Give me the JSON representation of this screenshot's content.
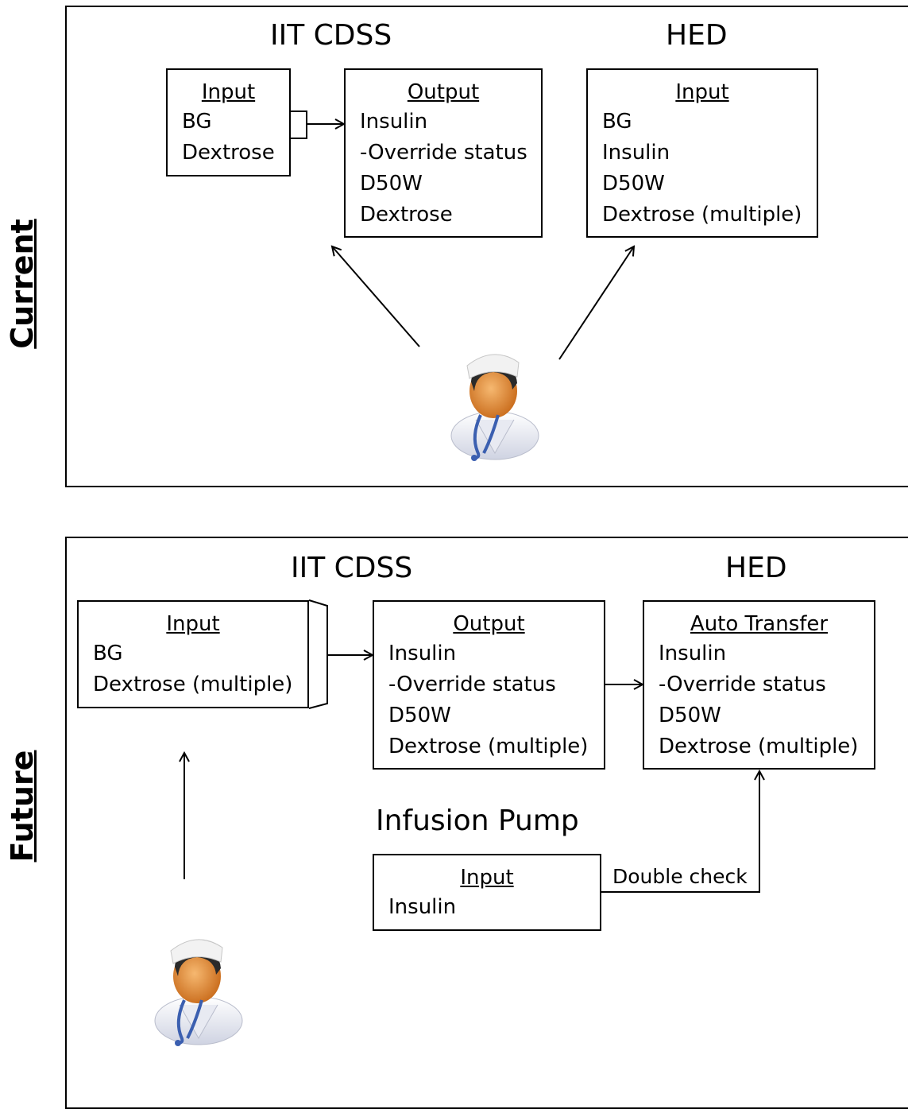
{
  "current": {
    "side_label": "Current",
    "cdss_title": "IIT CDSS",
    "hed_title": "HED",
    "input_box": {
      "header": "Input",
      "lines": [
        "BG",
        "Dextrose"
      ]
    },
    "output_box": {
      "header": "Output",
      "lines": [
        "Insulin",
        "-Override status",
        "D50W",
        "Dextrose"
      ]
    },
    "hed_box": {
      "header": "Input",
      "lines": [
        "BG",
        "Insulin",
        "D50W",
        "Dextrose (multiple)"
      ]
    }
  },
  "future": {
    "side_label": "Future",
    "cdss_title": "IIT CDSS",
    "hed_title": "HED",
    "input_box": {
      "header": "Input",
      "lines": [
        "BG",
        "Dextrose (multiple)"
      ]
    },
    "output_box": {
      "header": "Output",
      "lines": [
        "Insulin",
        "-Override status",
        "D50W",
        "Dextrose (multiple)"
      ]
    },
    "hed_box": {
      "header": "Auto Transfer",
      "lines": [
        "Insulin",
        "-Override status",
        "D50W",
        "Dextrose (multiple)"
      ]
    },
    "pump_title": "Infusion Pump",
    "pump_box": {
      "header": "Input",
      "lines": [
        "Insulin"
      ]
    },
    "double_check_label": "Double check"
  }
}
